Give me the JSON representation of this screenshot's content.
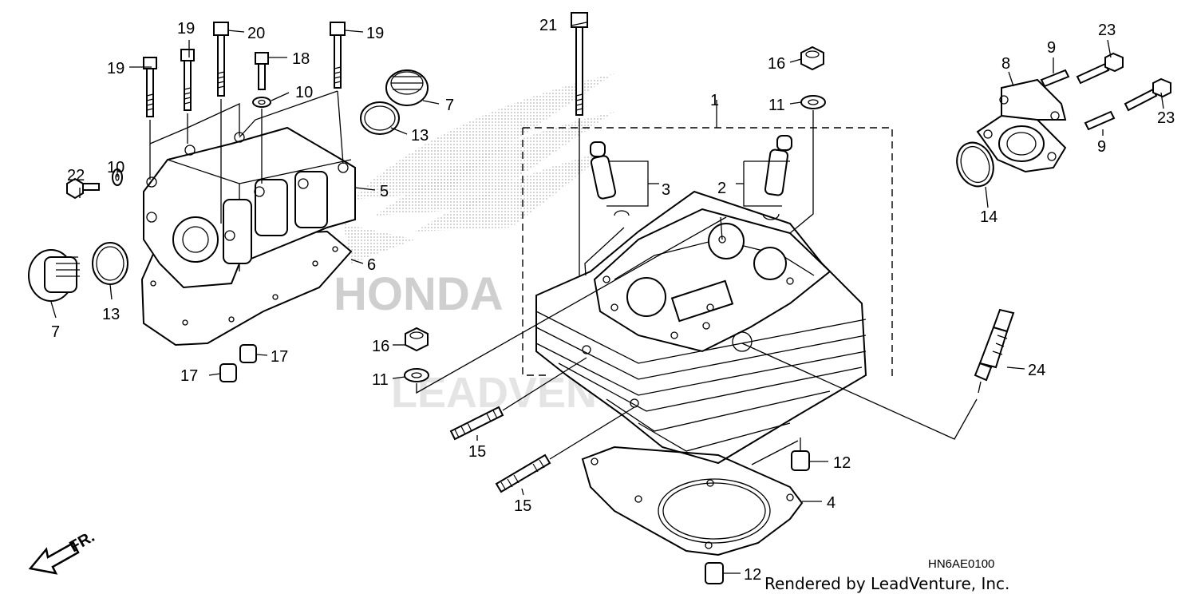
{
  "diagram": {
    "watermark_brand": "HONDA",
    "watermark_dealer": "LEADVENTURE",
    "direction_label": "FR.",
    "diagram_code": "HN6AE0100",
    "credit": "Rendered by LeadVenture, Inc.",
    "callouts": {
      "c1": "1",
      "c2": "2",
      "c3": "3",
      "c4": "4",
      "c5": "5",
      "c6": "6",
      "c7a": "7",
      "c7b": "7",
      "c8": "8",
      "c9a": "9",
      "c9b": "9",
      "c10a": "10",
      "c10b": "10",
      "c11a": "11",
      "c11b": "11",
      "c12a": "12",
      "c12b": "12",
      "c13a": "13",
      "c13b": "13",
      "c14": "14",
      "c15a": "15",
      "c15b": "15",
      "c16a": "16",
      "c16b": "16",
      "c17a": "17",
      "c17b": "17",
      "c18": "18",
      "c19a": "19",
      "c19b": "19",
      "c19c": "19",
      "c20": "20",
      "c21": "21",
      "c22": "22",
      "c23a": "23",
      "c23b": "23",
      "c24": "24"
    }
  },
  "colors": {
    "ink": "#000000",
    "watermark": "#cfcfcf",
    "background": "#ffffff"
  }
}
